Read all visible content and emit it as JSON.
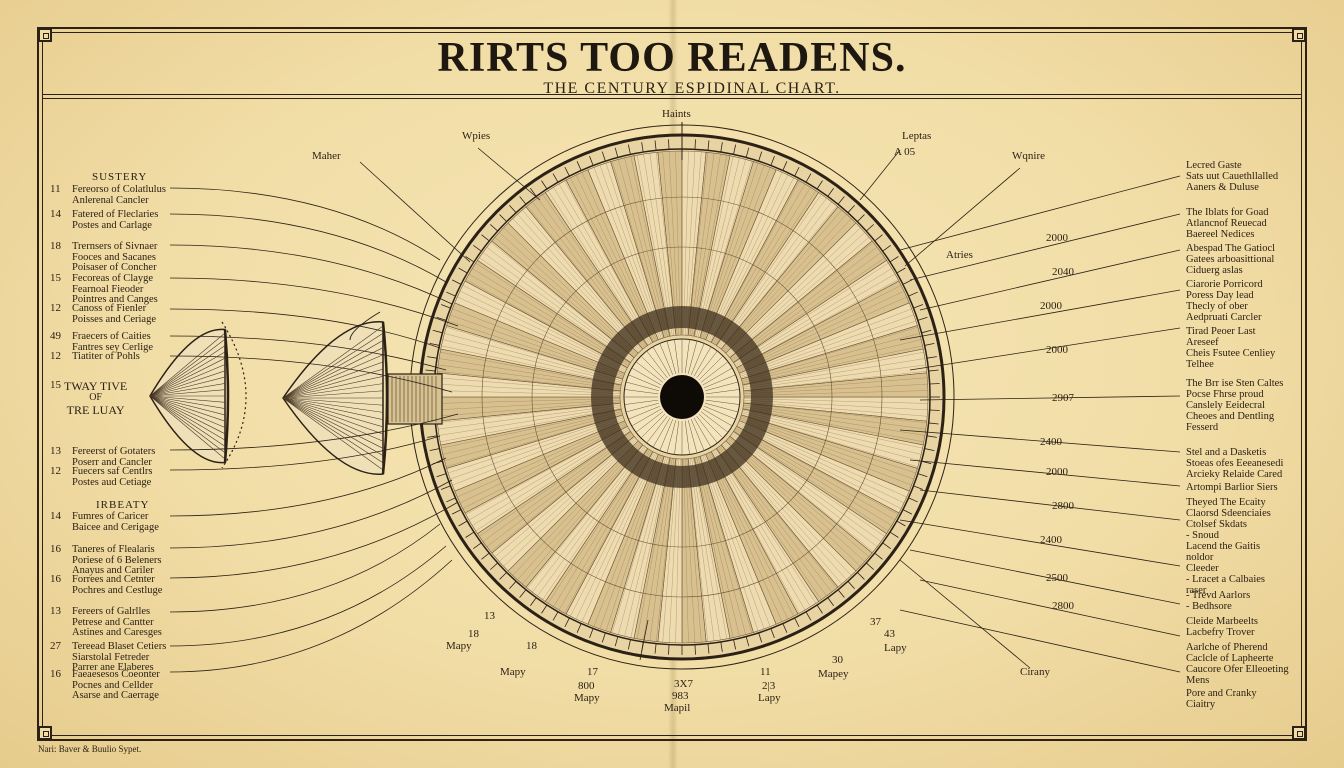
{
  "title": "RIRTS TOO READENS.",
  "subtitle": "THE CENTURY ESPIDINAL CHART.",
  "footer": "Nari: Baver & Buulio Sypet.",
  "top_labels": {
    "center": "Haints",
    "wpies": "Wpies",
    "maher": "Maher",
    "leptas": "Leptas",
    "a05": "A 05",
    "wqnire": "Wqnire",
    "atries": "Atries"
  },
  "left_headings": {
    "h1": "SUSTERY",
    "h2": "IRBEATY",
    "middle": [
      "TWAY TIVE",
      "OF",
      "TRE LUAY"
    ]
  },
  "left_rows": [
    {
      "num": "11",
      "lines": [
        "Fereorso of Colatlulus",
        "Anlerenal Cancler"
      ]
    },
    {
      "num": "14",
      "lines": [
        "Fatered of Fleclaries",
        "Postes and Carlage"
      ]
    },
    {
      "num": "18",
      "lines": [
        "Trernsers of Sivnaer",
        "Fooces and Sacanes",
        "Poisaser of Concher"
      ]
    },
    {
      "num": "15",
      "lines": [
        "Fecoreas of Clayge",
        "Fearnoal Fieoder",
        "Pointres and Canges"
      ]
    },
    {
      "num": "12",
      "lines": [
        "Canoss of Fienler",
        "Poisses and Ceriage"
      ]
    },
    {
      "num": "49",
      "lines": [
        "Fraecers of Caities",
        "Fantres sey Cerlige"
      ]
    },
    {
      "num": "12",
      "lines": [
        "Tiatiter of Pohls"
      ]
    },
    {
      "num": "15",
      "lines": []
    },
    {
      "num": "13",
      "lines": [
        "Fereerst of Gotaters",
        "Poserr and Cancler"
      ]
    },
    {
      "num": "12",
      "lines": [
        "Fuecers saf Centlrs",
        "Postes aud Cetiage"
      ]
    },
    {
      "num": "14",
      "lines": [
        "Fumres of Caricer",
        "Baicee and Cerigage"
      ]
    },
    {
      "num": "16",
      "lines": [
        "Taneres of Flealaris",
        "Poriese of 6 Beleners",
        "Anayus and Cariler"
      ]
    },
    {
      "num": "16",
      "lines": [
        "Forrees and Cetnter",
        "Pochres and Cestluge"
      ]
    },
    {
      "num": "13",
      "lines": [
        "Fereers of Galrlles",
        "Petrese and Cantter",
        "Astines and Caresges"
      ]
    },
    {
      "num": "27",
      "lines": [
        "Tereead Blaset Cetiers",
        "Siarstolal Fetreder",
        "Parrer ane Elaberes"
      ]
    },
    {
      "num": "16",
      "lines": [
        "Faeaesesos Coeonter",
        "Pocnes and Cellder",
        "Asarse and Caerrage"
      ]
    }
  ],
  "right_rows": [
    {
      "value": "",
      "lines": [
        "Lecred Gaste",
        "Sats uut Cauethllalled",
        "Aaners & Duluse"
      ]
    },
    {
      "value": "2000",
      "lines": [
        "The Iblats for Goad",
        "Atlancnof Reuecad",
        "Baereel Nedices"
      ]
    },
    {
      "value": "2040",
      "lines": [
        "Abespad The Gatiocl",
        "Gatees arboasittional",
        "Ciduerg aslas"
      ]
    },
    {
      "value": "2000",
      "lines": [
        "Ciarorie Porricord",
        "Poress Day lead",
        "Thecly of ober",
        "Aedpruati Carcler"
      ]
    },
    {
      "value": "2000",
      "lines": [
        "Tirad Peoer Last",
        "Areseef",
        "Cheis Fsutee Cenliey",
        "Telhee"
      ]
    },
    {
      "value": "2907",
      "lines": [
        "The Brr ise Sten Caltes",
        "Pocse Fhrse proud",
        "Canslely Eeidecral",
        "Cheoes and Dentling",
        "Fesserd"
      ]
    },
    {
      "value": "2400",
      "lines": [
        "Stel and a Dasketis",
        "Stoeas ofes Eeeanesedi",
        "Arcieky Relaide Cared"
      ]
    },
    {
      "value": "2000",
      "lines": [
        "Artompi Barlior Siers"
      ]
    },
    {
      "value": "2800",
      "lines": [
        "Theyed The Ecaity",
        "Claorsd Sdeenciaies",
        "Ctolsef Skdats",
        "- Snoud"
      ]
    },
    {
      "value": "2400",
      "lines": [
        "Lacend the Gaitis",
        "noldor",
        "Cleeder",
        "- Lracet a Calbaies",
        "raser"
      ]
    },
    {
      "value": "2500",
      "lines": [
        "- Trevd Aarlors",
        "- Bedhsore"
      ]
    },
    {
      "value": "2800",
      "lines": [
        "Cleide Marbeelts",
        "Lacbefry Trover"
      ]
    },
    {
      "value": "",
      "lines": [
        "Aarlche of Pherend",
        "Caclcle of Lapheerte",
        "Caucore Ofer Elleoeting",
        "Mens"
      ]
    },
    {
      "value": "",
      "lines": [
        "Pore and Cranky",
        "Ciaitry"
      ]
    }
  ],
  "bottom_labels": {
    "left_nums": [
      "13",
      "18"
    ],
    "mapy1": "Mapy",
    "n18": "18",
    "n17": "17",
    "n800": "800",
    "mapy2": "Mapy",
    "n3x7": "3X7",
    "n983": "983",
    "mapil": "Mapil",
    "n11": "11",
    "n27": "2|3",
    "lapy1": "Lapy",
    "n30": "30",
    "mapey": "Mapey",
    "n37": "37",
    "n43": "43",
    "lapy2": "Lapy",
    "cirany": "Cirany"
  },
  "colors": {
    "ink": "#2b2116",
    "paper": "#f0dca4",
    "wedge_light": "#efdcb0",
    "wedge_dark": "#8a7656"
  }
}
